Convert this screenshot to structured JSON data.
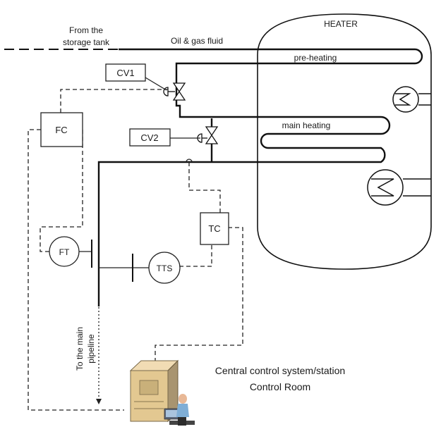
{
  "labels": {
    "from_storage_line1": "From the",
    "from_storage_line2": "storage tank",
    "fluid": "Oil & gas fluid",
    "heater": "HEATER",
    "pre_heating": "pre-heating",
    "main_heating": "main heating",
    "to_pipeline_line1": "To the main",
    "to_pipeline_line2": "pipeline",
    "central_line1": "Central control system/station",
    "central_line2": "Control Room"
  },
  "instruments": {
    "cv1": "CV1",
    "cv2": "CV2",
    "fc": "FC",
    "ft": "FT",
    "tc": "TC",
    "tts": "TTS"
  },
  "icons": [
    "heat-exchanger-icon",
    "control-valve-icon",
    "computer-station-icon",
    "operator-icon"
  ]
}
